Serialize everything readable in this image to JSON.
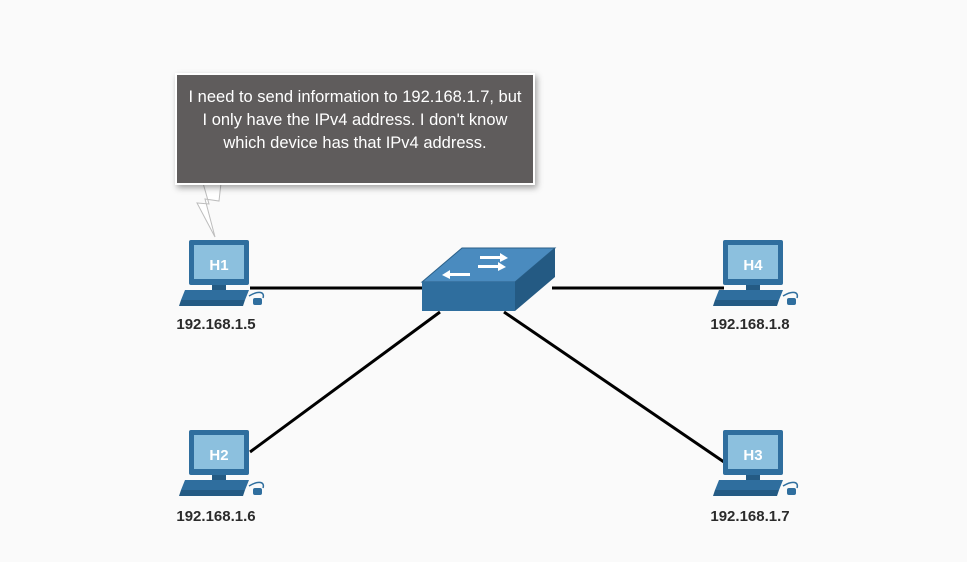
{
  "bubble": {
    "text": "I need to send information to 192.168.1.7, but I only have the IPv4 address. I don't know which device has that IPv4 address."
  },
  "hosts": [
    {
      "name": "H1",
      "ip": "192.168.1.5"
    },
    {
      "name": "H2",
      "ip": "192.168.1.6"
    },
    {
      "name": "H3",
      "ip": "192.168.1.7"
    },
    {
      "name": "H4",
      "ip": "192.168.1.8"
    }
  ],
  "colors": {
    "link": "#000000",
    "switch_top": "#4a8bbf",
    "switch_front": "#2f6e9e",
    "pc_body": "#2f6e9e",
    "pc_screen": "#8cc0de",
    "bubble_bg": "#5f5c5c"
  }
}
